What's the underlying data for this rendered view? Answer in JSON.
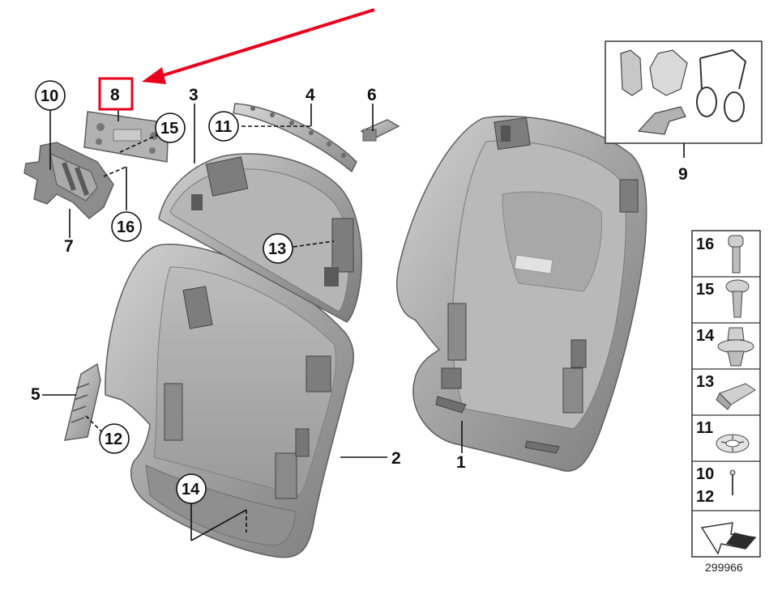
{
  "diagram": {
    "reference_number": "299966",
    "highlighted_part": "8",
    "callouts": {
      "p1": "1",
      "p2": "2",
      "p3": "3",
      "p4": "4",
      "p5": "5",
      "p6": "6",
      "p7": "7",
      "p8": "8",
      "p9": "9",
      "p10": "10",
      "p11": "11",
      "p12": "12",
      "p13": "13",
      "p14": "14",
      "p15": "15",
      "p16": "16"
    },
    "legend": [
      {
        "label": "16",
        "icon": "bolt-icon"
      },
      {
        "label": "15",
        "icon": "screw-icon"
      },
      {
        "label": "14",
        "icon": "push-rivet-icon"
      },
      {
        "label": "13",
        "icon": "clip-nut-icon"
      },
      {
        "label": "11",
        "icon": "lock-washer-icon"
      },
      {
        "label": "10",
        "label2": "12",
        "icon": "pin-icon"
      },
      {
        "label": "",
        "icon": "arrow-symbol-icon"
      }
    ],
    "colors": {
      "highlight_box": "#e8001c",
      "arrow": "#e8001c",
      "part_fill": "#9a9a9a",
      "part_light": "#c3c3c3",
      "part_dark": "#6b6b6b"
    }
  }
}
